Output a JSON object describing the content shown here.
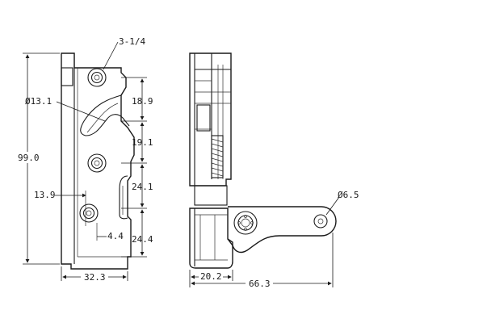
{
  "front_view": {
    "thread_label": "3-1/4",
    "hole_dia_label": "Ø13.1",
    "height_label": "99.0",
    "pitch_top_label": "18.9",
    "pitch_mid_label": "19.1",
    "pitch_low_label": "24.1",
    "pitch_bottom_label": "24.4",
    "hole_offset_label": "13.9",
    "slot_offset_label": "4.4",
    "width_label": "32.3"
  },
  "side_view": {
    "lever_hole_label": "Ø6.5",
    "depth_label": "20.2",
    "overall_length_label": "66.3"
  }
}
